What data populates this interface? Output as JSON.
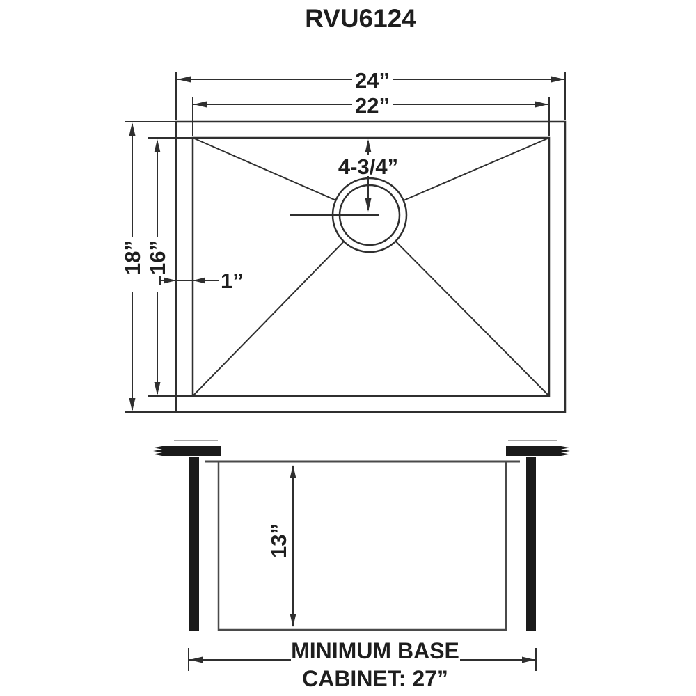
{
  "title": "RVU6124",
  "top_view": {
    "outer_width_label": "24”",
    "inner_width_label": "22”",
    "outer_depth_label": "18”",
    "inner_depth_label": "16”",
    "rim_width_label": "1”",
    "drain_offset_label": "4-3/4”"
  },
  "front_view": {
    "bowl_depth_label": "13”",
    "cabinet_note_line1": "MINIMUM BASE",
    "cabinet_note_line2": "CABINET: 27”"
  },
  "colors": {
    "line": "#2f2f2f",
    "gray": "#4a4a4a",
    "faint": "#a6a6a6",
    "black": "#1b1b1b",
    "ink": "#1e1e1e",
    "bg": "#ffffff"
  }
}
